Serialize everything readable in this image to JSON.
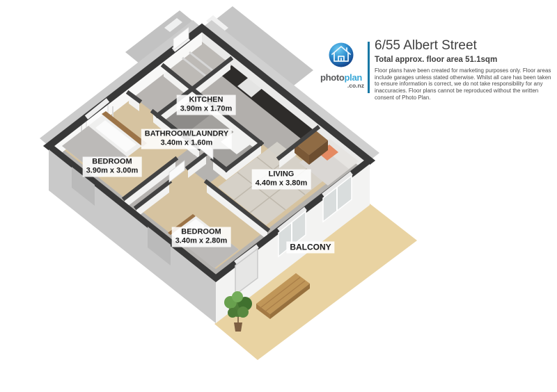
{
  "header": {
    "title": "6/55 Albert Street",
    "subtitle": "Total approx. floor area 51.1sqm",
    "disclaimer": "Floor plans have been created for marketing purposes only. Floor areas include garages unless stated otherwise. Whilst all care has been taken to ensure information is correct, we do not take responsibility for any inaccuracies. Floor plans cannot be reproduced without the written consent of Photo Plan."
  },
  "logo": {
    "brand_part1": "photo",
    "brand_part2": "plan",
    "brand_suffix": ".co.nz"
  },
  "floor_plan": {
    "rooms": [
      {
        "id": "kitchen",
        "name": "KITCHEN",
        "dims": "3.90m x 1.70m"
      },
      {
        "id": "bathroom-laundry",
        "name": "BATHROOM/LAUNDRY",
        "dims": "3.40m x 1.60m"
      },
      {
        "id": "bedroom-1",
        "name": "BEDROOM",
        "dims": "3.90m x 3.00m"
      },
      {
        "id": "living",
        "name": "LIVING",
        "dims": "4.40m x 3.80m"
      },
      {
        "id": "bedroom-2",
        "name": "BEDROOM",
        "dims": "3.40m x 2.80m"
      },
      {
        "id": "balcony",
        "name": "BALCONY"
      }
    ],
    "colors": {
      "wall_top": "#3a3a3a",
      "carpet_floor": "#d6c3a0",
      "hard_floor": "#b2afac",
      "balcony_floor": "#e9d3a2",
      "accent_blue": "#1878a5"
    }
  }
}
